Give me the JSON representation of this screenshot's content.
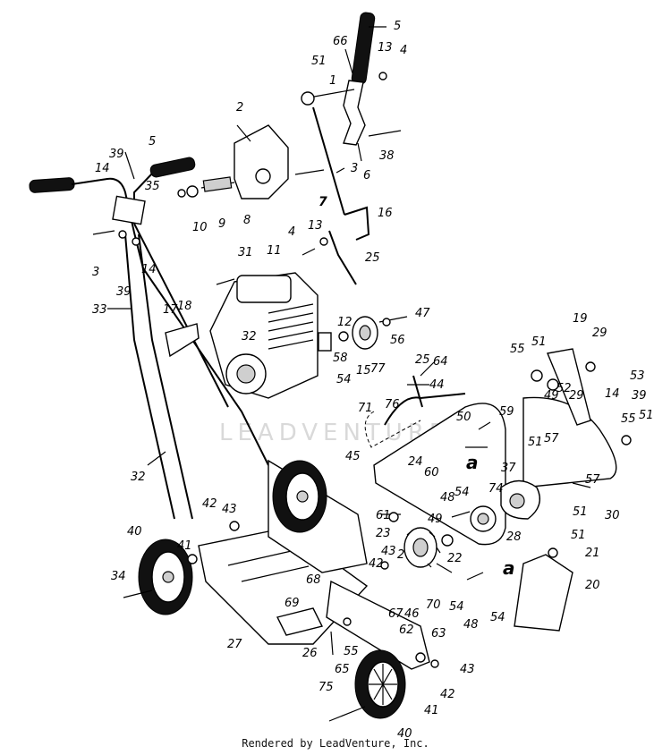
{
  "watermark": "LEADVENTURE",
  "footer": "Rendered by LeadVenture, Inc.",
  "callouts": [
    {
      "id": "c5a",
      "text": "5"
    },
    {
      "id": "c66",
      "text": "66"
    },
    {
      "id": "c13a",
      "text": "13"
    },
    {
      "id": "c4a",
      "text": "4"
    },
    {
      "id": "c51a",
      "text": "51"
    },
    {
      "id": "c1",
      "text": "1"
    },
    {
      "id": "c2",
      "text": "2"
    },
    {
      "id": "c3a",
      "text": "3"
    },
    {
      "id": "c6",
      "text": "6"
    },
    {
      "id": "c38",
      "text": "38"
    },
    {
      "id": "c5b",
      "text": "5"
    },
    {
      "id": "c39a",
      "text": "39"
    },
    {
      "id": "c14a",
      "text": "14"
    },
    {
      "id": "c35",
      "text": "35"
    },
    {
      "id": "c10",
      "text": "10"
    },
    {
      "id": "c9",
      "text": "9"
    },
    {
      "id": "c8",
      "text": "8"
    },
    {
      "id": "c7",
      "text": "7"
    },
    {
      "id": "c16",
      "text": "16"
    },
    {
      "id": "c3b",
      "text": "3"
    },
    {
      "id": "c14b",
      "text": "14"
    },
    {
      "id": "c39b",
      "text": "39"
    },
    {
      "id": "c4b",
      "text": "4"
    },
    {
      "id": "c13b",
      "text": "13"
    },
    {
      "id": "c25a",
      "text": "25"
    },
    {
      "id": "c31",
      "text": "31"
    },
    {
      "id": "c11",
      "text": "11"
    },
    {
      "id": "c33",
      "text": "33"
    },
    {
      "id": "c17",
      "text": "17"
    },
    {
      "id": "c18",
      "text": "18"
    },
    {
      "id": "c12",
      "text": "12"
    },
    {
      "id": "c32a",
      "text": "32"
    },
    {
      "id": "c47",
      "text": "47"
    },
    {
      "id": "c56",
      "text": "56"
    },
    {
      "id": "c58",
      "text": "58"
    },
    {
      "id": "c15",
      "text": "15"
    },
    {
      "id": "c77",
      "text": "77"
    },
    {
      "id": "c54a",
      "text": "54"
    },
    {
      "id": "c76",
      "text": "76"
    },
    {
      "id": "c19",
      "text": "19"
    },
    {
      "id": "c55a",
      "text": "55"
    },
    {
      "id": "c51b",
      "text": "51"
    },
    {
      "id": "c29a",
      "text": "29"
    },
    {
      "id": "c53",
      "text": "53"
    },
    {
      "id": "c25b",
      "text": "25"
    },
    {
      "id": "c64",
      "text": "64"
    },
    {
      "id": "c44",
      "text": "44"
    },
    {
      "id": "c71",
      "text": "71"
    },
    {
      "id": "c49a",
      "text": "49"
    },
    {
      "id": "c52",
      "text": "52"
    },
    {
      "id": "c29b",
      "text": "29"
    },
    {
      "id": "c14c",
      "text": "14"
    },
    {
      "id": "c39c",
      "text": "39"
    },
    {
      "id": "c55b",
      "text": "55"
    },
    {
      "id": "c51c",
      "text": "51"
    },
    {
      "id": "c50",
      "text": "50"
    },
    {
      "id": "c59",
      "text": "59"
    },
    {
      "id": "c57a",
      "text": "57"
    },
    {
      "id": "c51d",
      "text": "51"
    },
    {
      "id": "c45",
      "text": "45"
    },
    {
      "id": "c24",
      "text": "24"
    },
    {
      "id": "c60",
      "text": "60"
    },
    {
      "id": "c37",
      "text": "37"
    },
    {
      "id": "c57b",
      "text": "57"
    },
    {
      "id": "c30",
      "text": "30"
    },
    {
      "id": "c48a",
      "text": "48"
    },
    {
      "id": "c54b",
      "text": "54"
    },
    {
      "id": "c74",
      "text": "74"
    },
    {
      "id": "c51e",
      "text": "51"
    },
    {
      "id": "c32b",
      "text": "32"
    },
    {
      "id": "c61",
      "text": "61"
    },
    {
      "id": "c49b",
      "text": "49"
    },
    {
      "id": "c28",
      "text": "28"
    },
    {
      "id": "c51f",
      "text": "51"
    },
    {
      "id": "c42a",
      "text": "42"
    },
    {
      "id": "c43a",
      "text": "43"
    },
    {
      "id": "c23",
      "text": "23"
    },
    {
      "id": "c43b",
      "text": "43"
    },
    {
      "id": "c2b",
      "text": "2"
    },
    {
      "id": "c22",
      "text": "22"
    },
    {
      "id": "c21",
      "text": "21"
    },
    {
      "id": "c40a",
      "text": "40"
    },
    {
      "id": "c41a",
      "text": "41"
    },
    {
      "id": "c42b",
      "text": "42"
    },
    {
      "id": "c34",
      "text": "34"
    },
    {
      "id": "c70",
      "text": "70"
    },
    {
      "id": "c54c",
      "text": "54"
    },
    {
      "id": "c48b",
      "text": "48"
    },
    {
      "id": "c54d",
      "text": "54"
    },
    {
      "id": "c20",
      "text": "20"
    },
    {
      "id": "c69",
      "text": "69"
    },
    {
      "id": "c68",
      "text": "68"
    },
    {
      "id": "c67",
      "text": "67"
    },
    {
      "id": "c46",
      "text": "46"
    },
    {
      "id": "c62",
      "text": "62"
    },
    {
      "id": "c27",
      "text": "27"
    },
    {
      "id": "c26",
      "text": "26"
    },
    {
      "id": "c55c",
      "text": "55"
    },
    {
      "id": "c65",
      "text": "65"
    },
    {
      "id": "c63",
      "text": "63"
    },
    {
      "id": "c75",
      "text": "75"
    },
    {
      "id": "c43c",
      "text": "43"
    },
    {
      "id": "c42c",
      "text": "42"
    },
    {
      "id": "c41b",
      "text": "41"
    },
    {
      "id": "c40b",
      "text": "40"
    }
  ],
  "reference_marks": [
    {
      "id": "a1",
      "text": "a"
    },
    {
      "id": "a2",
      "text": "a"
    }
  ]
}
